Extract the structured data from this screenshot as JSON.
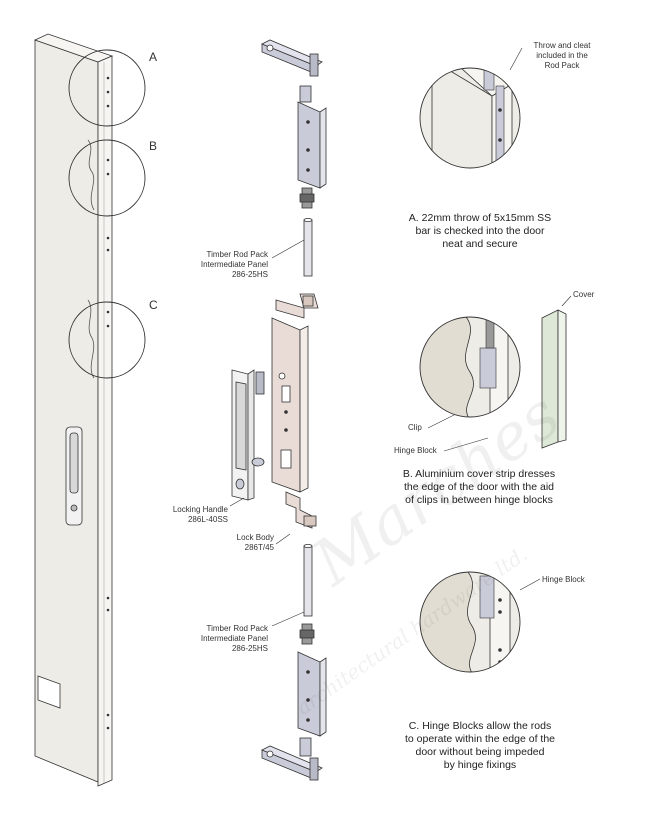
{
  "detail_letters": {
    "a": "A",
    "b": "B",
    "c": "C"
  },
  "labels": {
    "throw_cleat": [
      "Throw and cleat",
      "included in the",
      "Rod Pack"
    ],
    "cover": "Cover",
    "clip": "Clip",
    "hinge_block_b": "Hinge Block",
    "hinge_block_c": "Hinge Block",
    "rod_pack_top": [
      "Timber Rod Pack",
      "Intermediate Panel",
      "286-25HS"
    ],
    "rod_pack_bottom": [
      "Timber Rod Pack",
      "Intermediate Panel",
      "286-25HS"
    ],
    "locking_handle": [
      "Locking Handle",
      "286L-40SS"
    ],
    "lock_body": [
      "Lock Body",
      "286T/45"
    ]
  },
  "captions": {
    "a": [
      "A. 22mm throw of 5x15mm SS",
      "bar is checked into the door",
      "neat and secure"
    ],
    "b": [
      "B. Aluminium cover strip dresses",
      "the edge of the door with the aid",
      "of clips in between hinge blocks"
    ],
    "c": [
      "C. Hinge Blocks allow the rods",
      "to operate within the edge of the",
      "door without being impeded",
      "by hinge fixings"
    ]
  },
  "watermark": {
    "brand": "Marches",
    "tagline": "architectural hardware ltd."
  },
  "colors": {
    "line": "#333333",
    "door_face": "#eeece6",
    "door_edge": "#f6f5f1",
    "metal": "#c9cbd8",
    "lockbody": "#e9dcd6",
    "cover": "#dde8d6"
  }
}
